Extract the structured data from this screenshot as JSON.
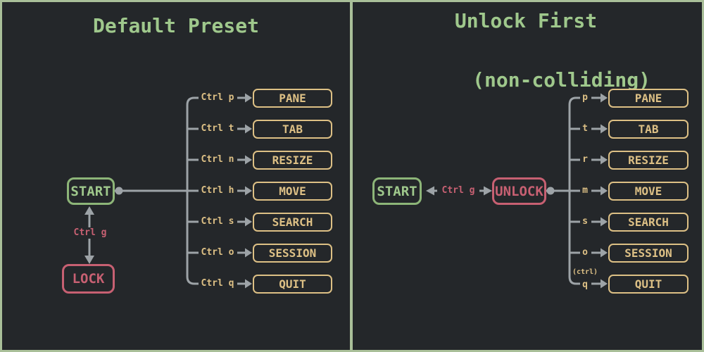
{
  "colors": {
    "background": "#24272a",
    "frame_green": "#a9bf99",
    "node_border_green": "#8db578",
    "text_green": "#9fc88c",
    "accent_red": "#c76072",
    "accent_gold": "#ddc085",
    "wire_gray": "#9da3a7"
  },
  "left_panel": {
    "title": "Default Preset",
    "start": "START",
    "lock": "LOCK",
    "toggle_key": "Ctrl g",
    "branches": [
      {
        "key": "Ctrl p",
        "action": "PANE"
      },
      {
        "key": "Ctrl t",
        "action": "TAB"
      },
      {
        "key": "Ctrl n",
        "action": "RESIZE"
      },
      {
        "key": "Ctrl h",
        "action": "MOVE"
      },
      {
        "key": "Ctrl s",
        "action": "SEARCH"
      },
      {
        "key": "Ctrl o",
        "action": "SESSION"
      },
      {
        "key": "Ctrl q",
        "action": "QUIT"
      }
    ]
  },
  "right_panel": {
    "title_line1": "Unlock First",
    "title_line2": "(non-colliding)",
    "start": "START",
    "unlock": "UNLOCK",
    "toggle_key": "Ctrl g",
    "branches": [
      {
        "key": "p",
        "action": "PANE"
      },
      {
        "key": "t",
        "action": "TAB"
      },
      {
        "key": "r",
        "action": "RESIZE"
      },
      {
        "key": "m",
        "action": "MOVE"
      },
      {
        "key": "s",
        "action": "SEARCH"
      },
      {
        "key": "o",
        "action": "SESSION"
      },
      {
        "key": "q",
        "key_note": "(ctrl)",
        "action": "QUIT"
      }
    ]
  }
}
